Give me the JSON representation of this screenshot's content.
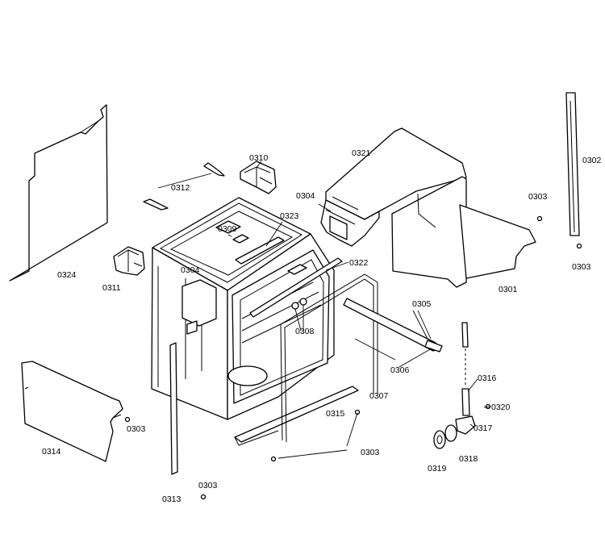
{
  "diagram": {
    "colors": {
      "line": "#000000",
      "background": "#ffffff"
    },
    "labels": {
      "l0302": "0302",
      "l0303a": "0303",
      "l0303b": "0303",
      "l0321": "0321",
      "l0310": "0310",
      "l0312": "0312",
      "l0304a": "0304",
      "l0309": "0309",
      "l0323": "0323",
      "l0322": "0322",
      "l0324": "0324",
      "l0311": "0311",
      "l0304b": "0304",
      "l0301": "0301",
      "l0305": "0305",
      "l0308": "0308",
      "l0306": "0306",
      "l0307": "0307",
      "l0316": "0316",
      "l0320": "0320",
      "l0317": "0317",
      "l0315": "0315",
      "l0303c": "0303",
      "l0314": "0314",
      "l0303d": "0303",
      "l0318": "0318",
      "l0319": "0319",
      "l0303e": "0303",
      "l0313": "0313"
    }
  }
}
